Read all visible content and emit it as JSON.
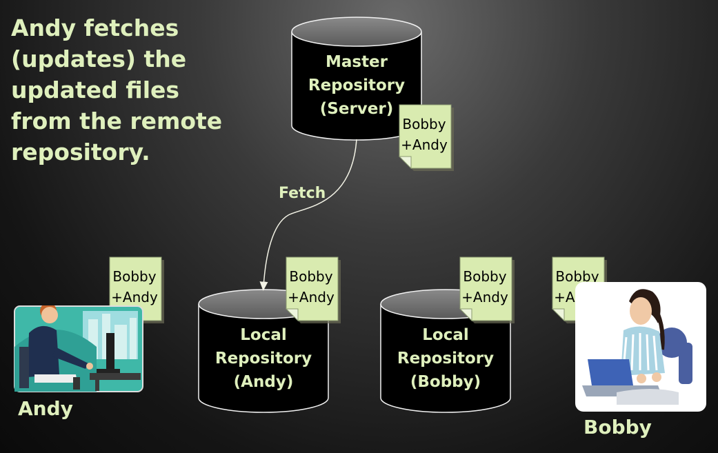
{
  "headline": [
    "Andy fetches",
    "(updates) the",
    "updated files",
    "from the remote",
    "repository."
  ],
  "master_repo": {
    "lines": [
      "Master",
      "Repository",
      "(Server)"
    ]
  },
  "local_andy": {
    "lines": [
      "Local",
      "Repository",
      "(Andy)"
    ]
  },
  "local_bobby": {
    "lines": [
      "Local",
      "Repository",
      "(Bobby)"
    ]
  },
  "note_text": [
    "Bobby",
    "+Andy"
  ],
  "arrow_label": "Fetch",
  "people": {
    "andy": "Andy",
    "bobby": "Bobby"
  },
  "colors": {
    "text_accent": "#dff0bd",
    "note_fill": "#d9ebb0",
    "cylinder_fill": "#000000",
    "cylinder_top": "#6e6e6e"
  }
}
